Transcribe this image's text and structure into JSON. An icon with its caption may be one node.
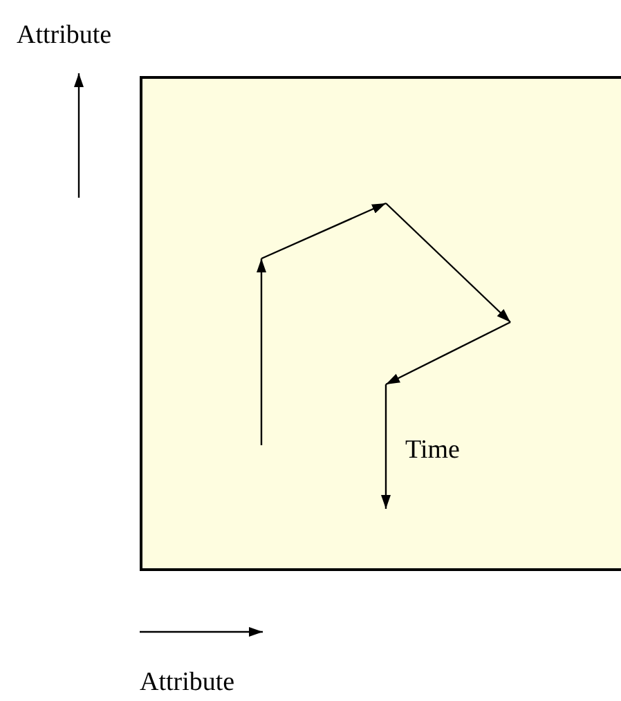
{
  "diagram": {
    "nodes": [
      {
        "text": [],
        "shape": "box"
      }
    ],
    "labels": [
      "Attribute",
      "Time",
      "Attribute"
    ]
  }
}
